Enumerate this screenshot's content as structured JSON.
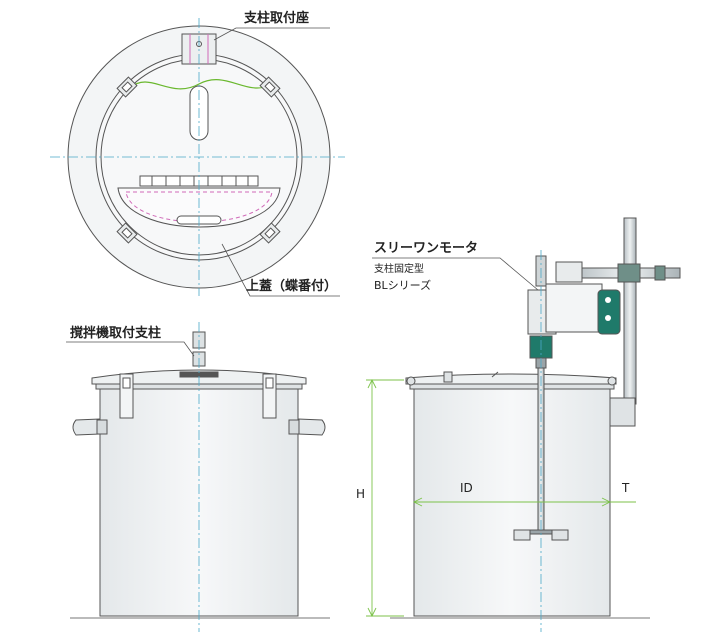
{
  "labels": {
    "support_mount": "支柱取付座",
    "lid": "上蓋（蝶番付）",
    "mixer_support": "撹拌機取付支柱",
    "motor": "スリーワンモータ",
    "motor_sub1": "支柱固定型",
    "motor_sub2": "BLシリーズ"
  },
  "dims": {
    "inner_diameter": "ID",
    "height": "H",
    "thickness": "T"
  },
  "colors": {
    "outline": "#555555",
    "body_fill": "#f2f4f5",
    "centerline": "#4aa8c8",
    "dimension": "#7cc24a",
    "seal": "#d06ab8",
    "gasket": "#6ab82e",
    "motor": "#1f7a6a"
  }
}
